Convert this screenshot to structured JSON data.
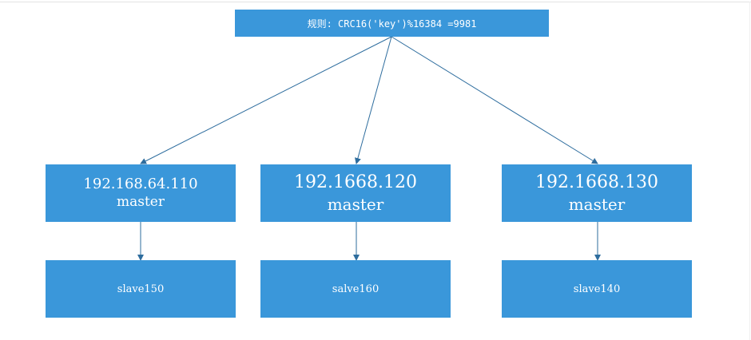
{
  "rule": {
    "text": "规则: CRC16('key')%16384 =9981"
  },
  "masters": [
    {
      "ip": "192.168.64.110",
      "role": "master"
    },
    {
      "ip": "192.1668.120",
      "role": "master"
    },
    {
      "ip": "192.1668.130",
      "role": "master"
    }
  ],
  "slaves": [
    {
      "label": "slave150"
    },
    {
      "label": "salve160"
    },
    {
      "label": "slave140"
    }
  ],
  "colors": {
    "box_fill": "#3a97da",
    "box_text": "#ffffff",
    "connector": "#2e6d9e"
  }
}
